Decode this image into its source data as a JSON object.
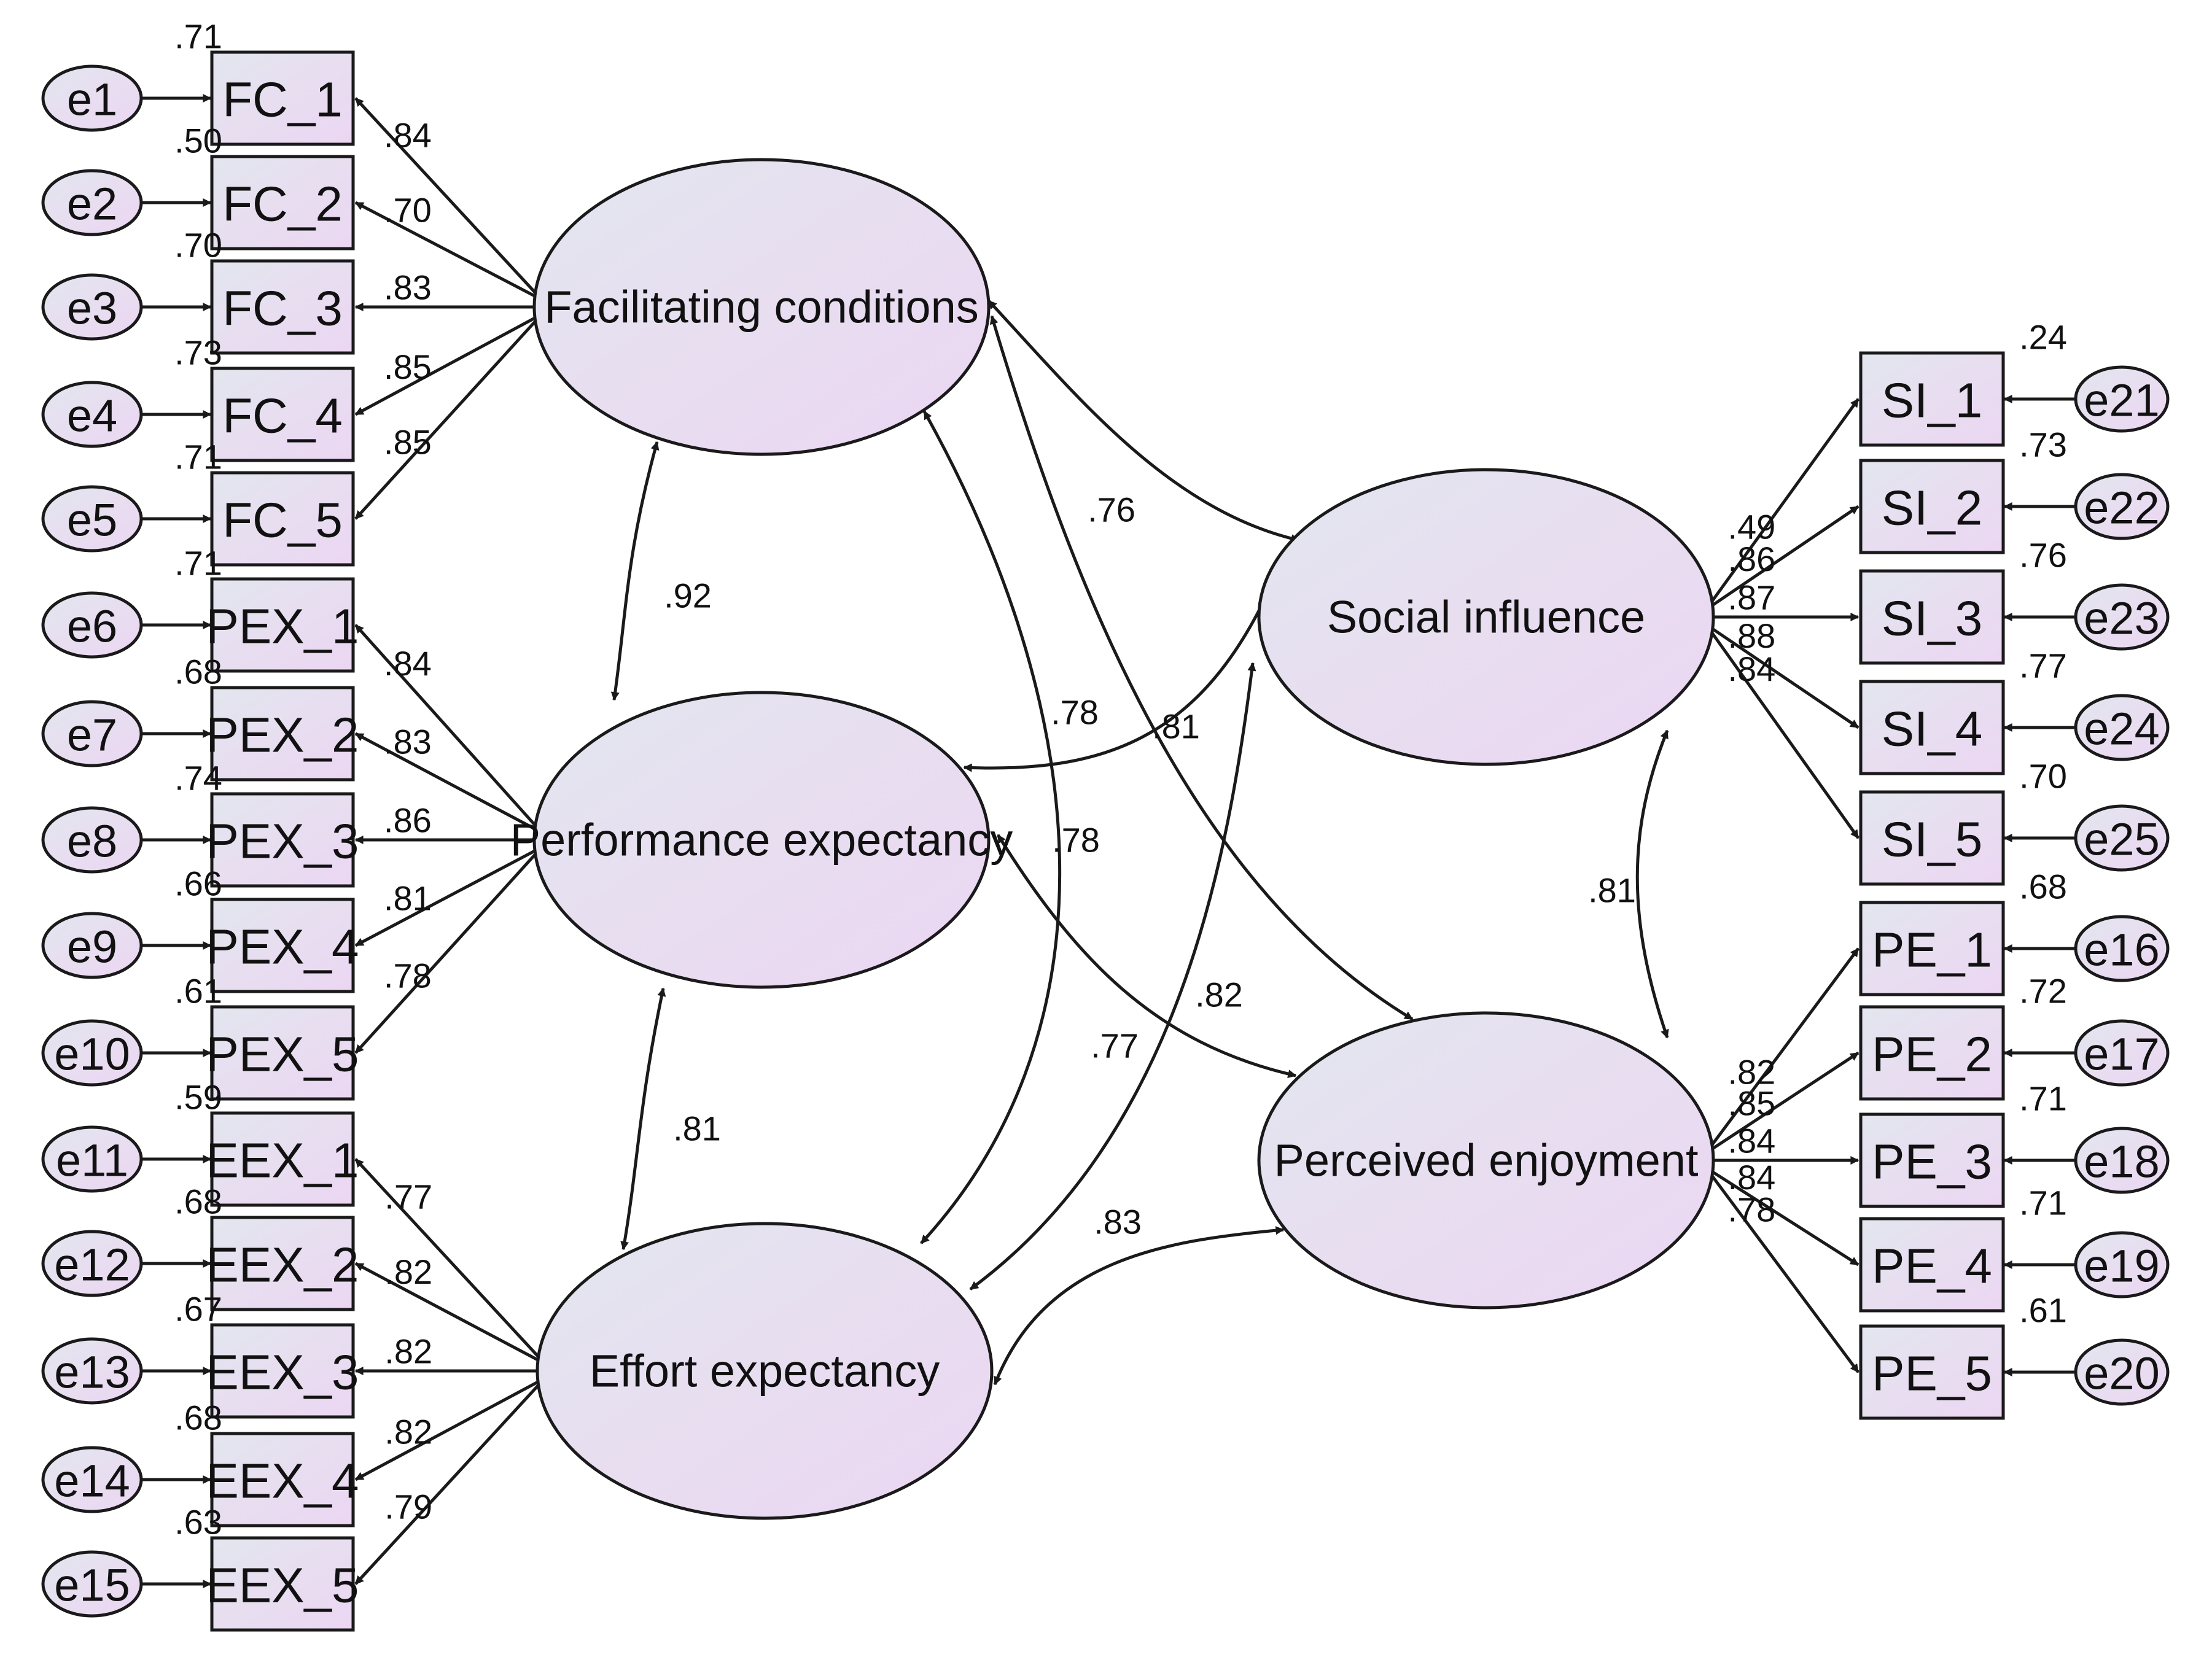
{
  "colors": {
    "shape_fill_start": "#e3e6ef",
    "shape_fill_end": "#ecd6f2",
    "stroke": "#1a1a1a",
    "background": "#ffffff"
  },
  "latents": [
    {
      "id": "FC",
      "label": "Facilitating conditions"
    },
    {
      "id": "PEX",
      "label": "Performance expectancy"
    },
    {
      "id": "EEX",
      "label": "Effort expectancy"
    },
    {
      "id": "SI",
      "label": "Social influence"
    },
    {
      "id": "PE",
      "label": "Perceived enjoyment"
    }
  ],
  "indicators": [
    {
      "label": "FC_1",
      "latent": "FC",
      "error": "e1",
      "loading": ".84",
      "r2": ".71"
    },
    {
      "label": "FC_2",
      "latent": "FC",
      "error": "e2",
      "loading": ".70",
      "r2": ".50"
    },
    {
      "label": "FC_3",
      "latent": "FC",
      "error": "e3",
      "loading": ".83",
      "r2": ".70"
    },
    {
      "label": "FC_4",
      "latent": "FC",
      "error": "e4",
      "loading": ".85",
      "r2": ".73"
    },
    {
      "label": "FC_5",
      "latent": "FC",
      "error": "e5",
      "loading": ".85",
      "r2": ".71"
    },
    {
      "label": "PEX_1",
      "latent": "PEX",
      "error": "e6",
      "loading": ".84",
      "r2": ".71"
    },
    {
      "label": "PEX_2",
      "latent": "PEX",
      "error": "e7",
      "loading": ".83",
      "r2": ".68"
    },
    {
      "label": "PEX_3",
      "latent": "PEX",
      "error": "e8",
      "loading": ".86",
      "r2": ".74"
    },
    {
      "label": "PEX_4",
      "latent": "PEX",
      "error": "e9",
      "loading": ".81",
      "r2": ".66"
    },
    {
      "label": "PEX_5",
      "latent": "PEX",
      "error": "e10",
      "loading": ".78",
      "r2": ".61"
    },
    {
      "label": "EEX_1",
      "latent": "EEX",
      "error": "e11",
      "loading": ".77",
      "r2": ".59"
    },
    {
      "label": "EEX_2",
      "latent": "EEX",
      "error": "e12",
      "loading": ".82",
      "r2": ".68"
    },
    {
      "label": "EEX_3",
      "latent": "EEX",
      "error": "e13",
      "loading": ".82",
      "r2": ".67"
    },
    {
      "label": "EEX_4",
      "latent": "EEX",
      "error": "e14",
      "loading": ".82",
      "r2": ".68"
    },
    {
      "label": "EEX_5",
      "latent": "EEX",
      "error": "e15",
      "loading": ".79",
      "r2": ".63"
    },
    {
      "label": "SI_1",
      "latent": "SI",
      "error": "e21",
      "loading": ".49",
      "r2": ".24"
    },
    {
      "label": "SI_2",
      "latent": "SI",
      "error": "e22",
      "loading": ".86",
      "r2": ".73"
    },
    {
      "label": "SI_3",
      "latent": "SI",
      "error": "e23",
      "loading": ".87",
      "r2": ".76"
    },
    {
      "label": "SI_4",
      "latent": "SI",
      "error": "e24",
      "loading": ".88",
      "r2": ".77"
    },
    {
      "label": "SI_5",
      "latent": "SI",
      "error": "e25",
      "loading": ".84",
      "r2": ".70"
    },
    {
      "label": "PE_1",
      "latent": "PE",
      "error": "e16",
      "loading": ".82",
      "r2": ".68"
    },
    {
      "label": "PE_2",
      "latent": "PE",
      "error": "e17",
      "loading": ".85",
      "r2": ".72"
    },
    {
      "label": "PE_3",
      "latent": "PE",
      "error": "e18",
      "loading": ".84",
      "r2": ".71"
    },
    {
      "label": "PE_4",
      "latent": "PE",
      "error": "e19",
      "loading": ".84",
      "r2": ".71"
    },
    {
      "label": "PE_5",
      "latent": "PE",
      "error": "e20",
      "loading": ".78",
      "r2": ".61"
    }
  ],
  "correlations": [
    {
      "from": "FC",
      "to": "PEX",
      "value": ".92"
    },
    {
      "from": "PEX",
      "to": "EEX",
      "value": ".81"
    },
    {
      "from": "FC",
      "to": "EEX",
      "value": ".78"
    },
    {
      "from": "FC",
      "to": "SI",
      "value": ".76"
    },
    {
      "from": "FC",
      "to": "PE",
      "value": ".81"
    },
    {
      "from": "PEX",
      "to": "SI",
      "value": ".78"
    },
    {
      "from": "PEX",
      "to": "PE",
      "value": ".82"
    },
    {
      "from": "EEX",
      "to": "SI",
      "value": ".77"
    },
    {
      "from": "EEX",
      "to": "PE",
      "value": ".83"
    },
    {
      "from": "SI",
      "to": "PE",
      "value": ".81"
    }
  ]
}
